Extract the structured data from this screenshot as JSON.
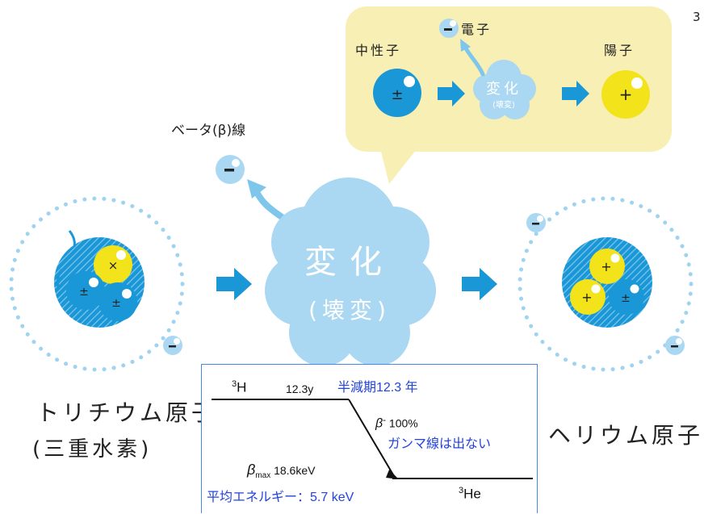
{
  "page_number": "3",
  "labels": {
    "beta_ray": "ベータ(β)線",
    "decay_main": "変化",
    "decay_main_sub": "(壊変)",
    "decay_small": "変化",
    "decay_small_sub": "(壊変)",
    "neutron": "中性子",
    "electron": "電子",
    "proton": "陽子",
    "tritium_atom": "トリチウム原子",
    "tritium_sub": "(三重水素)",
    "helium_atom": "ヘリウム原子"
  },
  "particle_symbols": {
    "neutron": "±",
    "proton": "+",
    "electron": "−",
    "tritium_proton": "×"
  },
  "decay_scheme": {
    "parent_mass": "3",
    "parent": "H",
    "half_life": "12.3y",
    "half_life_jp": "半減期12.3 年",
    "beta_minus": "β",
    "beta_sup": "-",
    "beta_pct": " 100%",
    "gamma_note": "ガンマ線は出ない",
    "beta_max_symbol": "β",
    "beta_max_sub": "max",
    "beta_max_value": " 18.6keV",
    "avg_energy": "平均エネルギー：5.7 keV",
    "daughter_mass": "3",
    "daughter": "He"
  },
  "colors": {
    "blue": "#1a97d6",
    "yellow": "#f2e31a",
    "cloud": "#aad7f2",
    "light_panel": "#f8efb4",
    "dots": "#9fd3ef",
    "text_blue": "#2244dd"
  }
}
